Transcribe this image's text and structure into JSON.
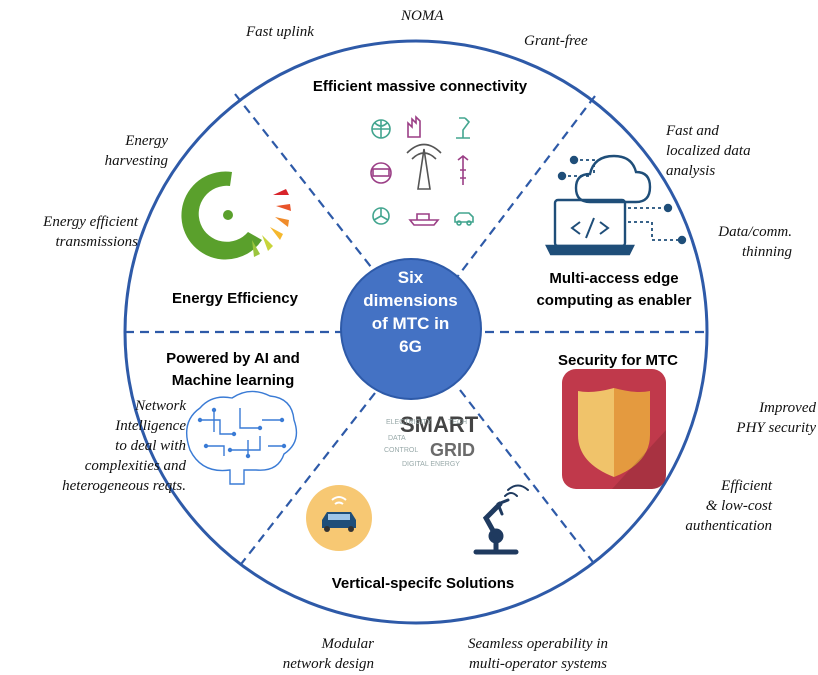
{
  "center": {
    "title": "Six\ndimensions\nof MTC in\n6G"
  },
  "dimensions": {
    "connectivity": "Efficient massive connectivity",
    "edge": "Multi-access edge\ncomputing as enabler",
    "security": "Security for MTC",
    "vertical": "Vertical-specifc Solutions",
    "ai": "Powered by AI and\nMachine learning",
    "energy": "Energy Efficiency"
  },
  "features": {
    "fast_uplink": "Fast uplink",
    "noma": "NOMA",
    "grant_free": "Grant-free",
    "fast_data": "Fast and\nlocalized data\nanalysis",
    "data_thinning": "Data/comm.\nthinning",
    "phy_security": "Improved\nPHY security",
    "authentication": "Efficient\n& low-cost\nauthentication",
    "seamless": "Seamless operability in\nmulti-operator systems",
    "modular": "Modular\nnetwork design",
    "network_intel": "Network\nIntelligence\nto deal with\ncomplexities and\nheterogeneous reqts.",
    "energy_harvesting": "Energy\nharvesting",
    "energy_tx": "Energy efficient\ntransmissions"
  },
  "icons": {
    "smart_grid_words": [
      "SMART",
      "GRID"
    ]
  },
  "colors": {
    "ring": "#2e5aa8",
    "center_fill": "#4472c4",
    "divider": "#2e5aa8",
    "iot_icon": "#43a58f",
    "iot_icon_alt": "#9b3f86",
    "cloud": "#1f4e79",
    "shield_bg": "#c0394b",
    "shield_left": "#f0c36a",
    "shield_right": "#e49a3f",
    "brain": "#3a7bd5",
    "car_bg": "#f7c873"
  }
}
